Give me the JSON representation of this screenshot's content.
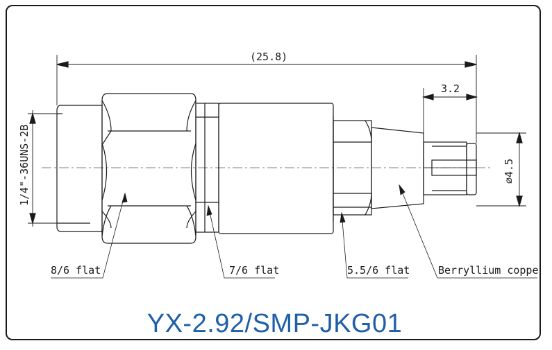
{
  "title": "YX-2.92/SMP-JKG01",
  "colors": {
    "line": "#1a1a1a",
    "title": "#1f5fa8",
    "center_line": "#555555"
  },
  "dimensions": {
    "overall_length": "(25.8)",
    "pin_length": "3.2",
    "diameter": "⌀4.5",
    "thread": "1/4\"-36UNS-2B"
  },
  "callouts": {
    "hex_1": "8/6 flat",
    "hex_2": "7/6 flat",
    "hex_3": "5.5/6 flat",
    "material": "Berryllium copper"
  }
}
